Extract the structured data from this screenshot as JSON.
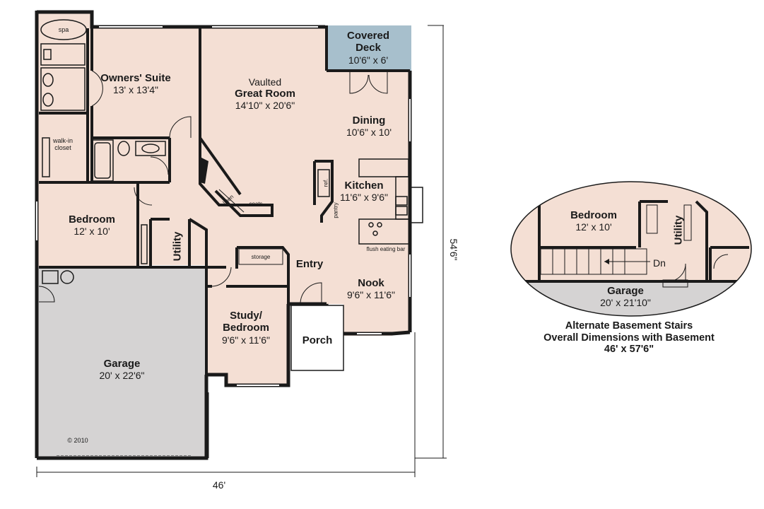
{
  "rooms": {
    "owners_suite": {
      "name": "Owners' Suite",
      "dim": "13' x 13'4\""
    },
    "great_room": {
      "prefix": "Vaulted",
      "name": "Great Room",
      "dim": "14'10\" x 20'6\""
    },
    "covered_deck": {
      "name_line1": "Covered",
      "name_line2": "Deck",
      "dim": "10'6\" x 6'"
    },
    "dining": {
      "name": "Dining",
      "dim": "10'6\" x 10'"
    },
    "kitchen": {
      "name": "Kitchen",
      "dim": "11'6\" x 9'6\""
    },
    "bedroom": {
      "name": "Bedroom",
      "dim": "12' x 10'"
    },
    "utility": {
      "name": "Utility"
    },
    "entry": {
      "name": "Entry"
    },
    "nook": {
      "name": "Nook",
      "dim": "9'6\" x 11'6\""
    },
    "study": {
      "name_line1": "Study/",
      "name_line2": "Bedroom",
      "dim": "9'6\" x 11'6\""
    },
    "porch": {
      "name": "Porch"
    },
    "garage": {
      "name": "Garage",
      "dim": "20' x 22'6\""
    }
  },
  "fixtures": {
    "spa": "spa",
    "walk_in_line1": "walk-in",
    "walk_in_line2": "closet",
    "linen": "linen",
    "coats": "coats",
    "storage": "storage",
    "ref": "ref.",
    "pantry": "pantry",
    "eating_bar": "flush eating bar"
  },
  "copyright": "© 2010",
  "dimensions": {
    "width": "46'",
    "depth": "54'6\""
  },
  "alternate": {
    "bedroom_name": "Bedroom",
    "bedroom_dim": "12' x 10'",
    "utility": "Utility",
    "down": "Dn",
    "garage_name": "Garage",
    "garage_dim": "20' x 21'10\"",
    "caption_line1": "Alternate Basement Stairs",
    "caption_line2": "Overall Dimensions with Basement",
    "caption_line3": "46' x 57'6\""
  },
  "colors": {
    "room": "#f4dfd4",
    "wall": "#1a1a1a",
    "garage": "#d5d3d3",
    "deck": "#a7bfcc"
  }
}
